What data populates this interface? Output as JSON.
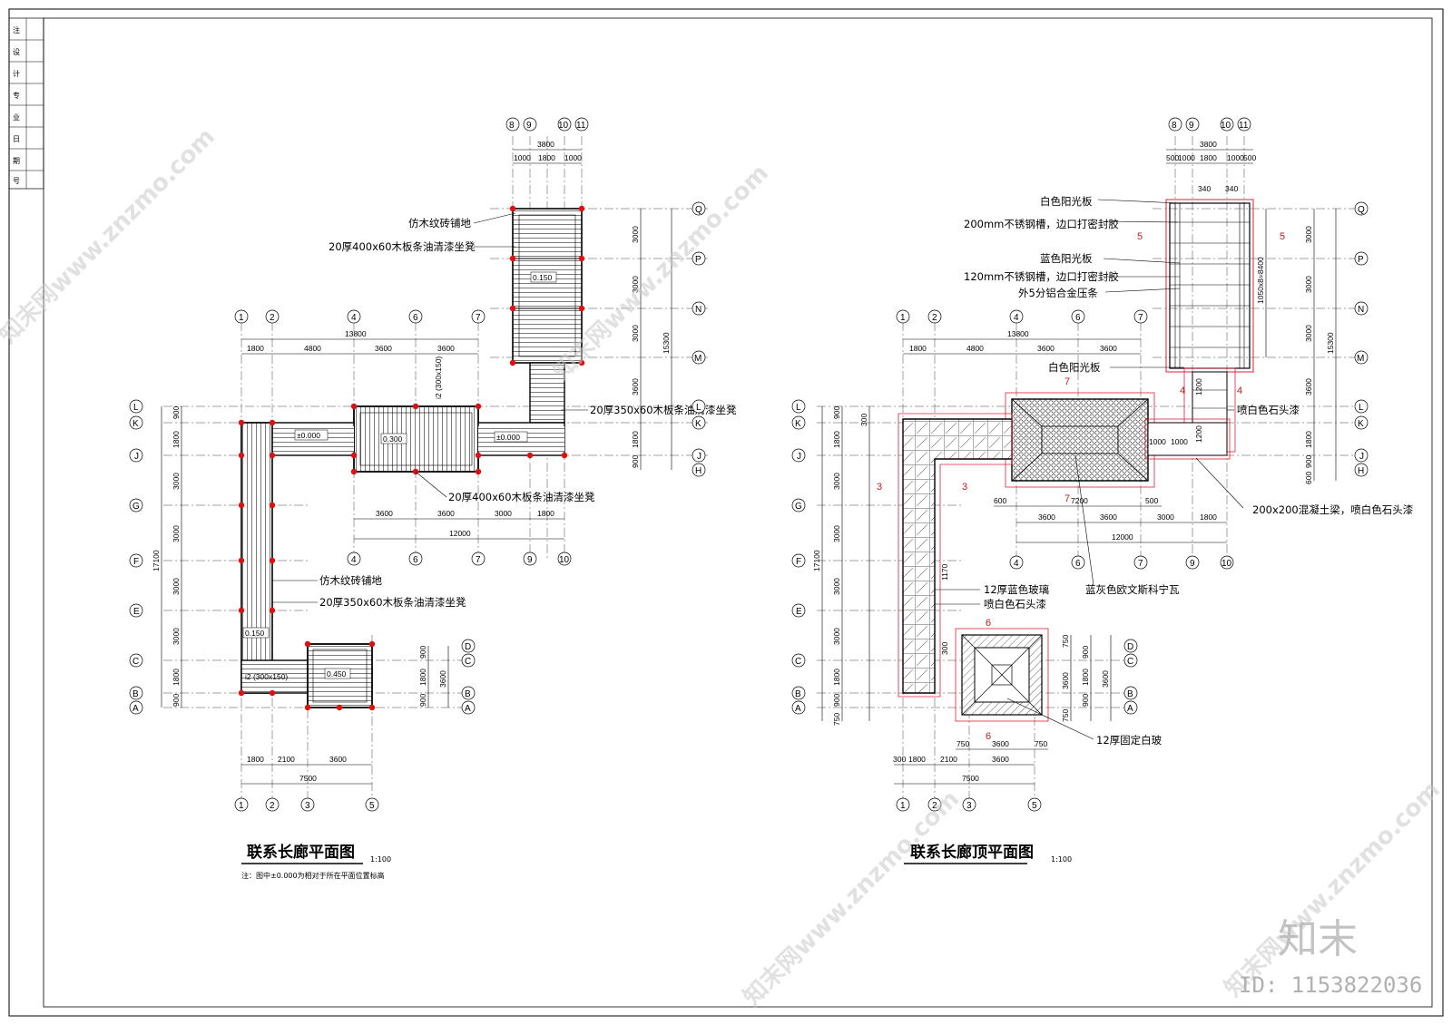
{
  "left_plan": {
    "title": "联系长廊平面图",
    "scale": "1:100",
    "note": "注：图中±0.000为相对于所在平面位置标高",
    "labels": {
      "floor_tile_top": "仿木纹砖铺地",
      "bench_400_top": "20厚400x60木板条油清漆坐凳",
      "bench_350_right": "20厚350x60木板条油清漆坐凳",
      "bench_400_mid": "20厚400x60木板条油清漆坐凳",
      "floor_tile_left": "仿木纹砖铺地",
      "bench_350_left": "20厚350x60木板条油清漆坐凳"
    },
    "elevations": {
      "tower_top": "0.150",
      "center": "0.300",
      "left_zero": "±0.000",
      "right_zero": "±0.000",
      "left_wing": "0.150",
      "pavilion": "0.450"
    },
    "slopes": {
      "ramp_top": "i2 (300x150)",
      "ramp_left": "i2 (300x150)"
    },
    "top_axes": [
      "8",
      "9",
      "10",
      "11"
    ],
    "top_dims": {
      "total": "3800",
      "parts": [
        "1000",
        "1800",
        "1000"
      ]
    },
    "grid_axes_top": [
      "1",
      "2",
      "4",
      "6",
      "7"
    ],
    "top_row_dims": {
      "total": "13800",
      "parts": [
        "1800",
        "4800",
        "3600",
        "3600"
      ]
    },
    "right_axes": [
      "Q",
      "P",
      "N",
      "M",
      "L",
      "K",
      "J",
      "H"
    ],
    "right_dims": {
      "parts": [
        "3000",
        "3000",
        "3000",
        "3600",
        "1800",
        "900"
      ],
      "total": "15300"
    },
    "left_axes": [
      "L",
      "K",
      "J",
      "G",
      "F",
      "E",
      "C",
      "B",
      "A"
    ],
    "left_dims": {
      "parts": [
        "900",
        "1800",
        "3000",
        "3000",
        "3000",
        "3000",
        "1800",
        "900"
      ],
      "total": "17100"
    },
    "mid_dims": {
      "parts": [
        "3600",
        "3600",
        "3000",
        "1800"
      ],
      "total": "12000"
    },
    "mid_axes": [
      "4",
      "6",
      "7",
      "9",
      "10"
    ],
    "pav_axes": [
      "D",
      "C",
      "B",
      "A"
    ],
    "pav_dims": {
      "parts": [
        "900",
        "1800",
        "900"
      ],
      "total": "3600"
    },
    "bottom_dims": {
      "parts": [
        "1800",
        "2100",
        "3600"
      ],
      "total": "7500"
    },
    "bottom_axes": [
      "1",
      "2",
      "3",
      "5"
    ]
  },
  "right_plan": {
    "title": "联系长廊顶平面图",
    "scale": "1:100",
    "labels": {
      "white_panel": "白色阳光板",
      "steel_200": "200mm不锈钢槽，边口打密封胶",
      "blue_panel": "蓝色阳光板",
      "steel_120": "120mm不锈钢槽，边口打密封胶",
      "alu_strip": "外5分铝合金压条",
      "white_panel_2": "白色阳光板",
      "white_stone": "喷白色石头漆",
      "beam": "200x200混凝土梁，喷白色石头漆",
      "blue_glass": "12厚蓝色玻璃",
      "white_stone_2": "喷白色石头漆",
      "tile": "蓝灰色欧文斯科宁瓦",
      "fixed_glass": "12厚固定白玻"
    },
    "section_tags": [
      "5",
      "5",
      "4",
      "4",
      "7",
      "7",
      "3",
      "3",
      "6",
      "6"
    ],
    "top_axes": [
      "8",
      "9",
      "10",
      "11"
    ],
    "top_dims": {
      "total": "3800",
      "parts": [
        "500",
        "1000",
        "1800",
        "1000",
        "500"
      ]
    },
    "grid_axes_top": [
      "1",
      "2",
      "4",
      "6",
      "7"
    ],
    "top_row_dims": {
      "total": "13800",
      "parts": [
        "1800",
        "4800",
        "3600",
        "3600"
      ]
    },
    "right_axes": [
      "Q",
      "P",
      "N",
      "M",
      "L",
      "K",
      "J",
      "H"
    ],
    "right_dims": {
      "parts": [
        "3000",
        "3000",
        "3000",
        "3600",
        "1800",
        "900",
        "600"
      ],
      "total": "15300",
      "inner": "1050x8=8400"
    },
    "left_axes": [
      "L",
      "K",
      "J",
      "G",
      "F",
      "E",
      "C",
      "B",
      "A"
    ],
    "left_dims": {
      "parts": [
        "300",
        "900",
        "1800",
        "3000",
        "3000",
        "3000",
        "3000",
        "1800",
        "900",
        "750"
      ],
      "total": "17100"
    },
    "mid_dims": {
      "parts": [
        "3600",
        "3600",
        "3000",
        "1800"
      ],
      "total": "12000",
      "extra": [
        "600",
        "7200",
        "500"
      ]
    },
    "mid_axes": [
      "4",
      "6",
      "7",
      "9",
      "10"
    ],
    "pav_axes": [
      "D",
      "C",
      "B",
      "A"
    ],
    "pav_dims": {
      "parts": [
        "750",
        "900",
        "1800",
        "900",
        "750"
      ],
      "total": "3600",
      "inner": "3600"
    },
    "bottom_dims": {
      "parts": [
        "300",
        "1800",
        "2100",
        "3600"
      ],
      "total": "7500",
      "sub": [
        "750",
        "3600",
        "750"
      ]
    },
    "bottom_axes": [
      "1",
      "2",
      "3",
      "5"
    ],
    "misc_dims": [
      "340",
      "340",
      "1200",
      "1200",
      "1000",
      "1000",
      "1170",
      "300"
    ]
  },
  "watermarks": [
    "知末网www.znzmo.com",
    "知末网www.znzmo.com",
    "知末网www.znzmo.com",
    "知末网www.znzmo.com"
  ],
  "brand": "知末",
  "id_label": "ID: 1153822036",
  "title_block": [
    "注",
    "设",
    "计",
    "专",
    "业",
    "日",
    "期",
    "号"
  ]
}
